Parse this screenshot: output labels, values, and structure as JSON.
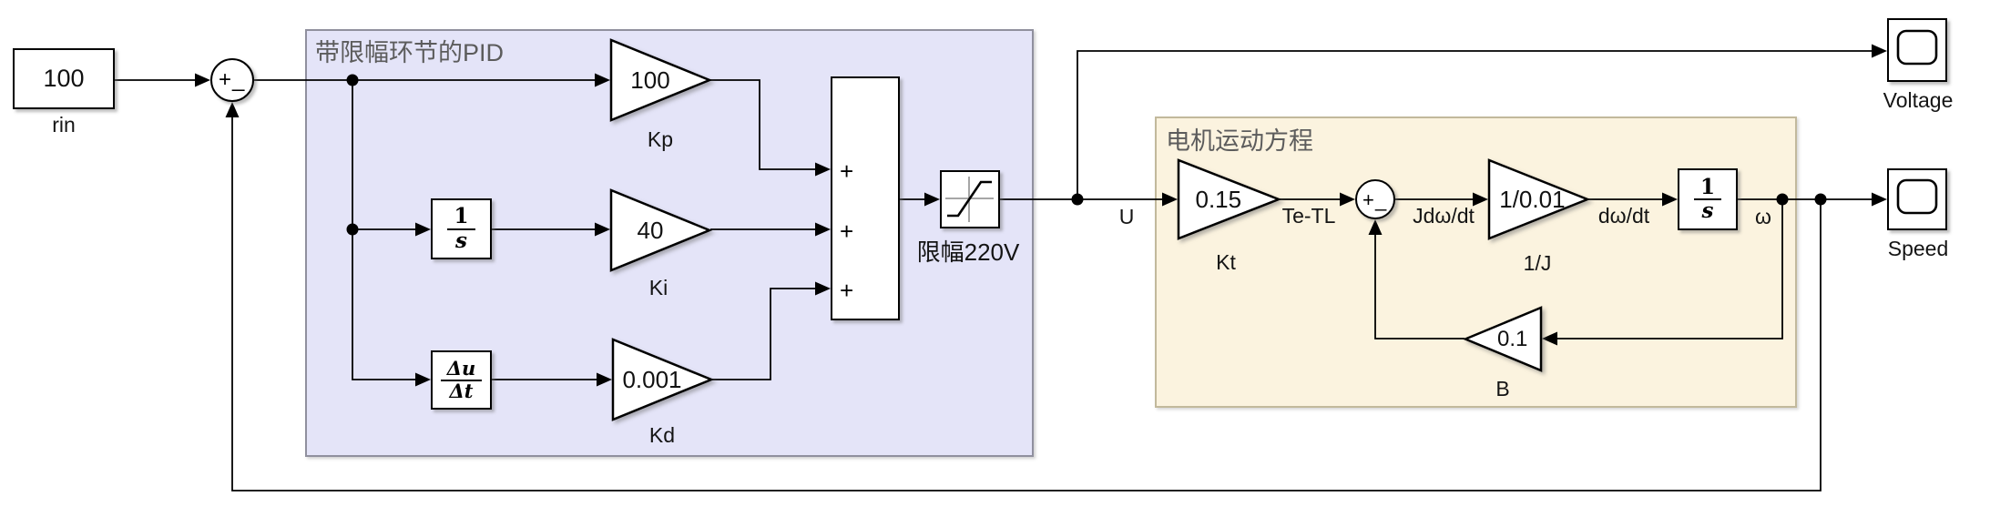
{
  "colors": {
    "canvas_bg": "#ffffff",
    "pid_area_fill": "#e4e4f8",
    "pid_area_border": "#90909e",
    "motor_area_fill": "#fbf3df",
    "motor_area_border": "#c2b99c",
    "block_fill": "#ffffff",
    "block_border": "#000000",
    "wire": "#000000",
    "area_title_text": "#5c5c5c",
    "label_text": "#141414"
  },
  "diagram": {
    "constant": {
      "value": "100",
      "name": "rin"
    },
    "sum_main": {
      "sign_plus": "+",
      "sign_minus": "_"
    },
    "pid_area": {
      "title": "带限幅环节的PID"
    },
    "kp": {
      "value": "100",
      "name": "Kp"
    },
    "integrator_pid": {
      "numerator": "1",
      "denominator": "s"
    },
    "ki": {
      "value": "40",
      "name": "Ki"
    },
    "derivative": {
      "numerator": "Δu",
      "denominator": "Δt"
    },
    "kd": {
      "value": "0.001",
      "name": "Kd"
    },
    "adder": {
      "signs": [
        "+",
        "+",
        "+"
      ]
    },
    "saturation": {
      "name": "限幅220V"
    },
    "signals": {
      "u": "U",
      "te_tl": "Te-TL",
      "jdwdt": "Jdω/dt",
      "dwdt": "dω/dt",
      "omega": "ω"
    },
    "motor_area": {
      "title": "电机运动方程"
    },
    "kt": {
      "value": "0.15",
      "name": "Kt"
    },
    "sum_motor": {
      "sign_plus": "+",
      "sign_minus": "_"
    },
    "inv_j": {
      "value": "1/0.01",
      "name": "1/J"
    },
    "integrator_motor": {
      "numerator": "1",
      "denominator": "s"
    },
    "b_gain": {
      "value": "0.1",
      "name": "B"
    },
    "voltage_scope": {
      "name": "Voltage"
    },
    "speed_scope": {
      "name": "Speed"
    }
  }
}
